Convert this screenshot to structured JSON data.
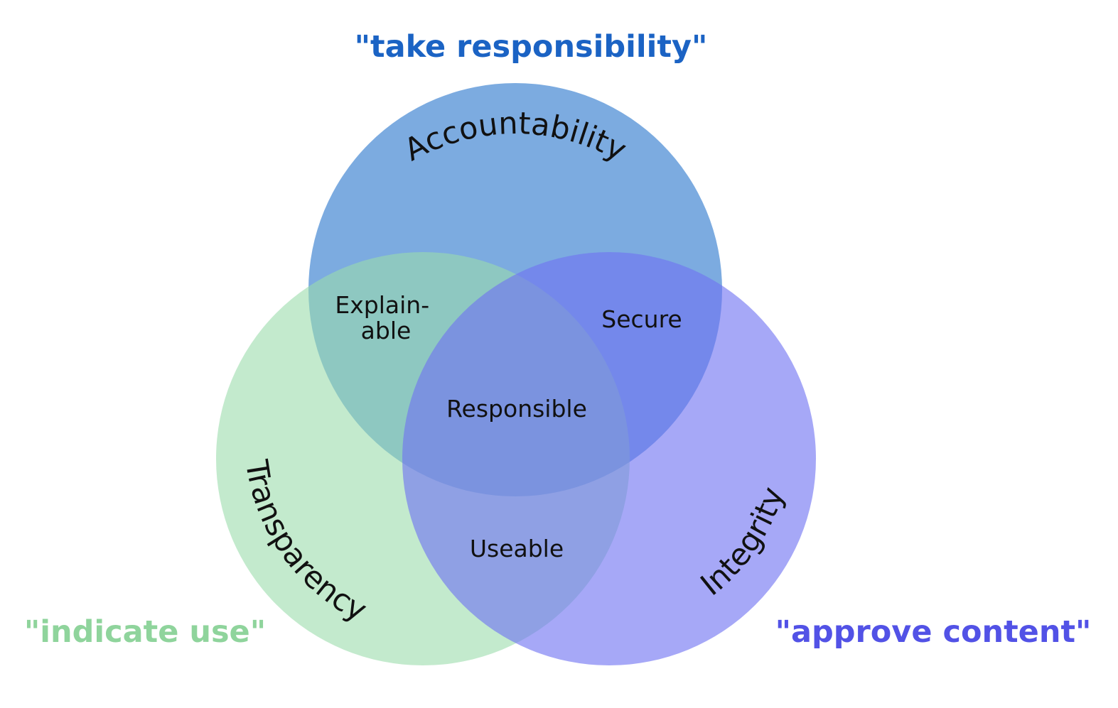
{
  "quotes": {
    "top": "\"take responsibility\"",
    "left": "\"indicate use\"",
    "right": "\"approve content\""
  },
  "sets": {
    "accountability": "Accountability",
    "transparency": "Transparency",
    "integrity": "Integrity"
  },
  "regions": {
    "explainable_line1": "Explain-",
    "explainable_line2": "able",
    "secure": "Secure",
    "responsible": "Responsible",
    "useable": "Useable"
  },
  "colors": {
    "accountability": "#4a8ad4",
    "transparency": "#9bdcab",
    "integrity": "#6f72f2",
    "quote_top": "#1b63c4",
    "quote_left": "#8fd49c",
    "quote_right": "#5252e6"
  }
}
